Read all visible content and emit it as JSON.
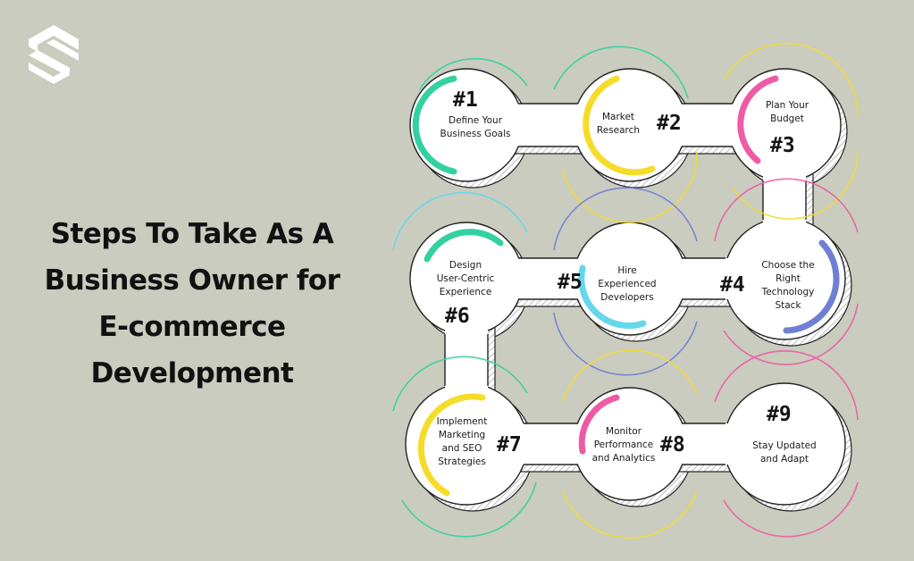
{
  "brand": {
    "logo": "s-logo-icon"
  },
  "title_lines": [
    "Steps To Take As A",
    "Business Owner for",
    "E-commerce",
    "Development"
  ],
  "steps": [
    {
      "number": "#1",
      "lines": [
        "Define Your",
        "Business Goals"
      ],
      "ring": "#33d1a0"
    },
    {
      "number": "#2",
      "lines": [
        "Market",
        "Research"
      ],
      "ring": "#f6dc2a"
    },
    {
      "number": "#3",
      "lines": [
        "Plan Your",
        "Budget"
      ],
      "ring": "#ee5ba4"
    },
    {
      "number": "#4",
      "lines": [
        "Choose the",
        "Right",
        "Technology",
        "Stack"
      ],
      "ring": "#6f80d4"
    },
    {
      "number": "#5",
      "lines": [
        "Hire",
        "Experienced",
        "Developers"
      ],
      "ring": "#64d7ec"
    },
    {
      "number": "#6",
      "lines": [
        "Design",
        "User-Centric",
        "Experience"
      ],
      "ring": "#33d1a0"
    },
    {
      "number": "#7",
      "lines": [
        "Implement",
        "Marketing",
        "and SEO",
        "Strategies"
      ],
      "ring": "#f6dc2a"
    },
    {
      "number": "#8",
      "lines": [
        "Monitor",
        "Performance",
        "and Analytics"
      ],
      "ring": "#ee5ba4"
    },
    {
      "number": "#9",
      "lines": [
        "Stay Updated",
        "and Adapt"
      ],
      "ring": "#ee5ba4"
    }
  ]
}
